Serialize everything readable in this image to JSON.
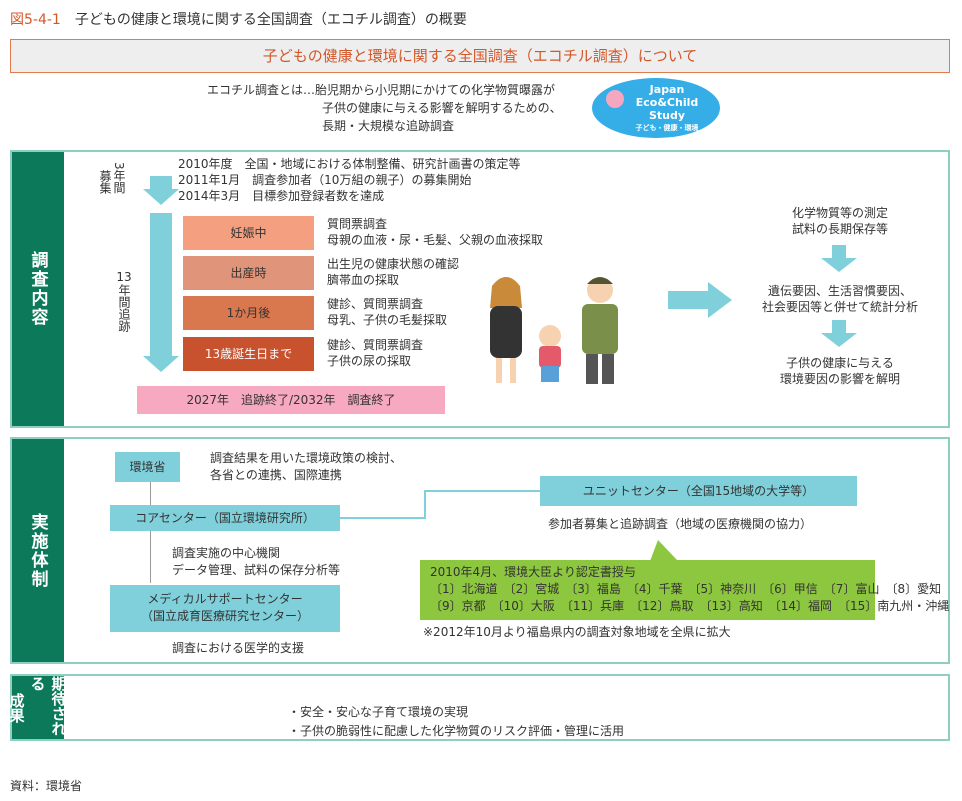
{
  "figure": {
    "number": "図5-4-1",
    "title": "子どもの健康と環境に関する全国調査（エコチル調査）の概要"
  },
  "header": "子どもの健康と環境に関する全国調査（エコチル調査）について",
  "intro": {
    "lines": [
      "エコチル調査とは…胎児期から小児期にかけての化学物質曝露が",
      "子供の健康に与える影響を解明するための、",
      "長期・大規模な追跡調査"
    ]
  },
  "logo": {
    "lines": [
      "Japan",
      "Eco&Child",
      "Study"
    ],
    "sub": "子ども・健康・環境"
  },
  "survey": {
    "label": "調査内容",
    "recruit_label": [
      "3年間",
      "募集"
    ],
    "follow_label": [
      "13",
      "年間追跡"
    ],
    "timeline": [
      "2010年度　全国・地域における体制整備、研究計画書の策定等",
      "2011年1月　調査参加者（10万組の親子）の募集開始",
      "2014年3月　目標参加登録者数を達成"
    ],
    "stages": [
      {
        "label": "妊娠中",
        "desc": [
          "質問票調査",
          "母親の血液・尿・毛髪、父親の血液採取"
        ],
        "color": "#f4a080"
      },
      {
        "label": "出産時",
        "desc": [
          "出生児の健康状態の確認",
          "臍帯血の採取"
        ],
        "color": "#e0957a"
      },
      {
        "label": "1か月後",
        "desc": [
          "健診、質問票調査",
          "母乳、子供の毛髪採取"
        ],
        "color": "#d9774e"
      },
      {
        "label": "13歳誕生日まで",
        "desc": [
          "健診、質問票調査",
          "子供の尿の採取"
        ],
        "color": "#c8522e"
      }
    ],
    "end": "2027年　追跡終了/2032年　調査終了",
    "flow": [
      [
        "化学物質等の測定",
        "試料の長期保存等"
      ],
      [
        "遺伝要因、生活習慣要因、",
        "社会要因等と併せて統計分析"
      ],
      [
        "子供の健康に与える",
        "環境要因の影響を解明"
      ]
    ]
  },
  "system": {
    "label": "実施体制",
    "moe": "環境省",
    "moe_desc": [
      "調査結果を用いた環境政策の検討、",
      "各省との連携、国際連携"
    ],
    "core": "コアセンター（国立環境研究所）",
    "core_desc": [
      "調査実施の中心機関",
      "データ管理、試料の保存分析等"
    ],
    "medical": [
      "メディカルサポートセンター",
      "（国立成育医療研究センター）"
    ],
    "medical_desc": "調査における医学的支援",
    "unit": "ユニットセンター（全国15地域の大学等）",
    "unit_desc": "参加者募集と追跡調査（地域の医療機関の協力）",
    "certification": "2010年4月、環境大臣より認定書授与",
    "regions_row1": "〔1〕北海道　〔2〕宮城　〔3〕福島　〔4〕千葉　〔5〕神奈川　〔6〕甲信　〔7〕富山　〔8〕愛知",
    "regions_row2": "〔9〕京都　〔10〕大阪　〔11〕兵庫　〔12〕鳥取　〔13〕高知　〔14〕福岡　〔15〕南九州・沖縄",
    "note": "※2012年10月より福島県内の調査対象地域を全県に拡大"
  },
  "outcomes": {
    "label": [
      "期待される",
      "成果"
    ],
    "items": [
      "・安全・安心な子育て環境の実現",
      "・子供の脆弱性に配慮した化学物質のリスク評価・管理に活用"
    ]
  },
  "source": "資料：環境省"
}
